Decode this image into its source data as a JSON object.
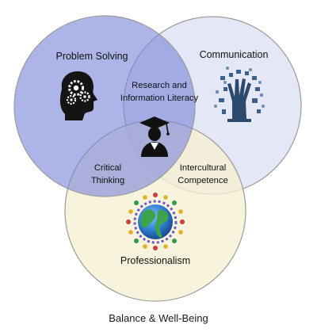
{
  "circles": {
    "problem_solving": {
      "label": "Problem Solving",
      "fill": "#7b86d8",
      "stroke": "#9a9a9a"
    },
    "communication": {
      "label": "Communication",
      "fill": "#dfe3f4",
      "stroke": "#9a9a9a"
    },
    "professionalism": {
      "label": "Professionalism",
      "fill": "#f6efd2",
      "stroke": "#9a9a9a"
    }
  },
  "overlaps": {
    "research_line1": "Research and",
    "research_line2": "Information Literacy",
    "critical_line1": "Critical",
    "critical_line2": "Thinking",
    "intercultural_line1": "Intercultural",
    "intercultural_line2": "Competence"
  },
  "icons": {
    "problem_solving": "head-gears-icon",
    "communication": "tech-tree-icon",
    "center": "graduate-icon",
    "professionalism": "globe-people-icon"
  },
  "footer": {
    "text": "Balance & Well-Being"
  }
}
